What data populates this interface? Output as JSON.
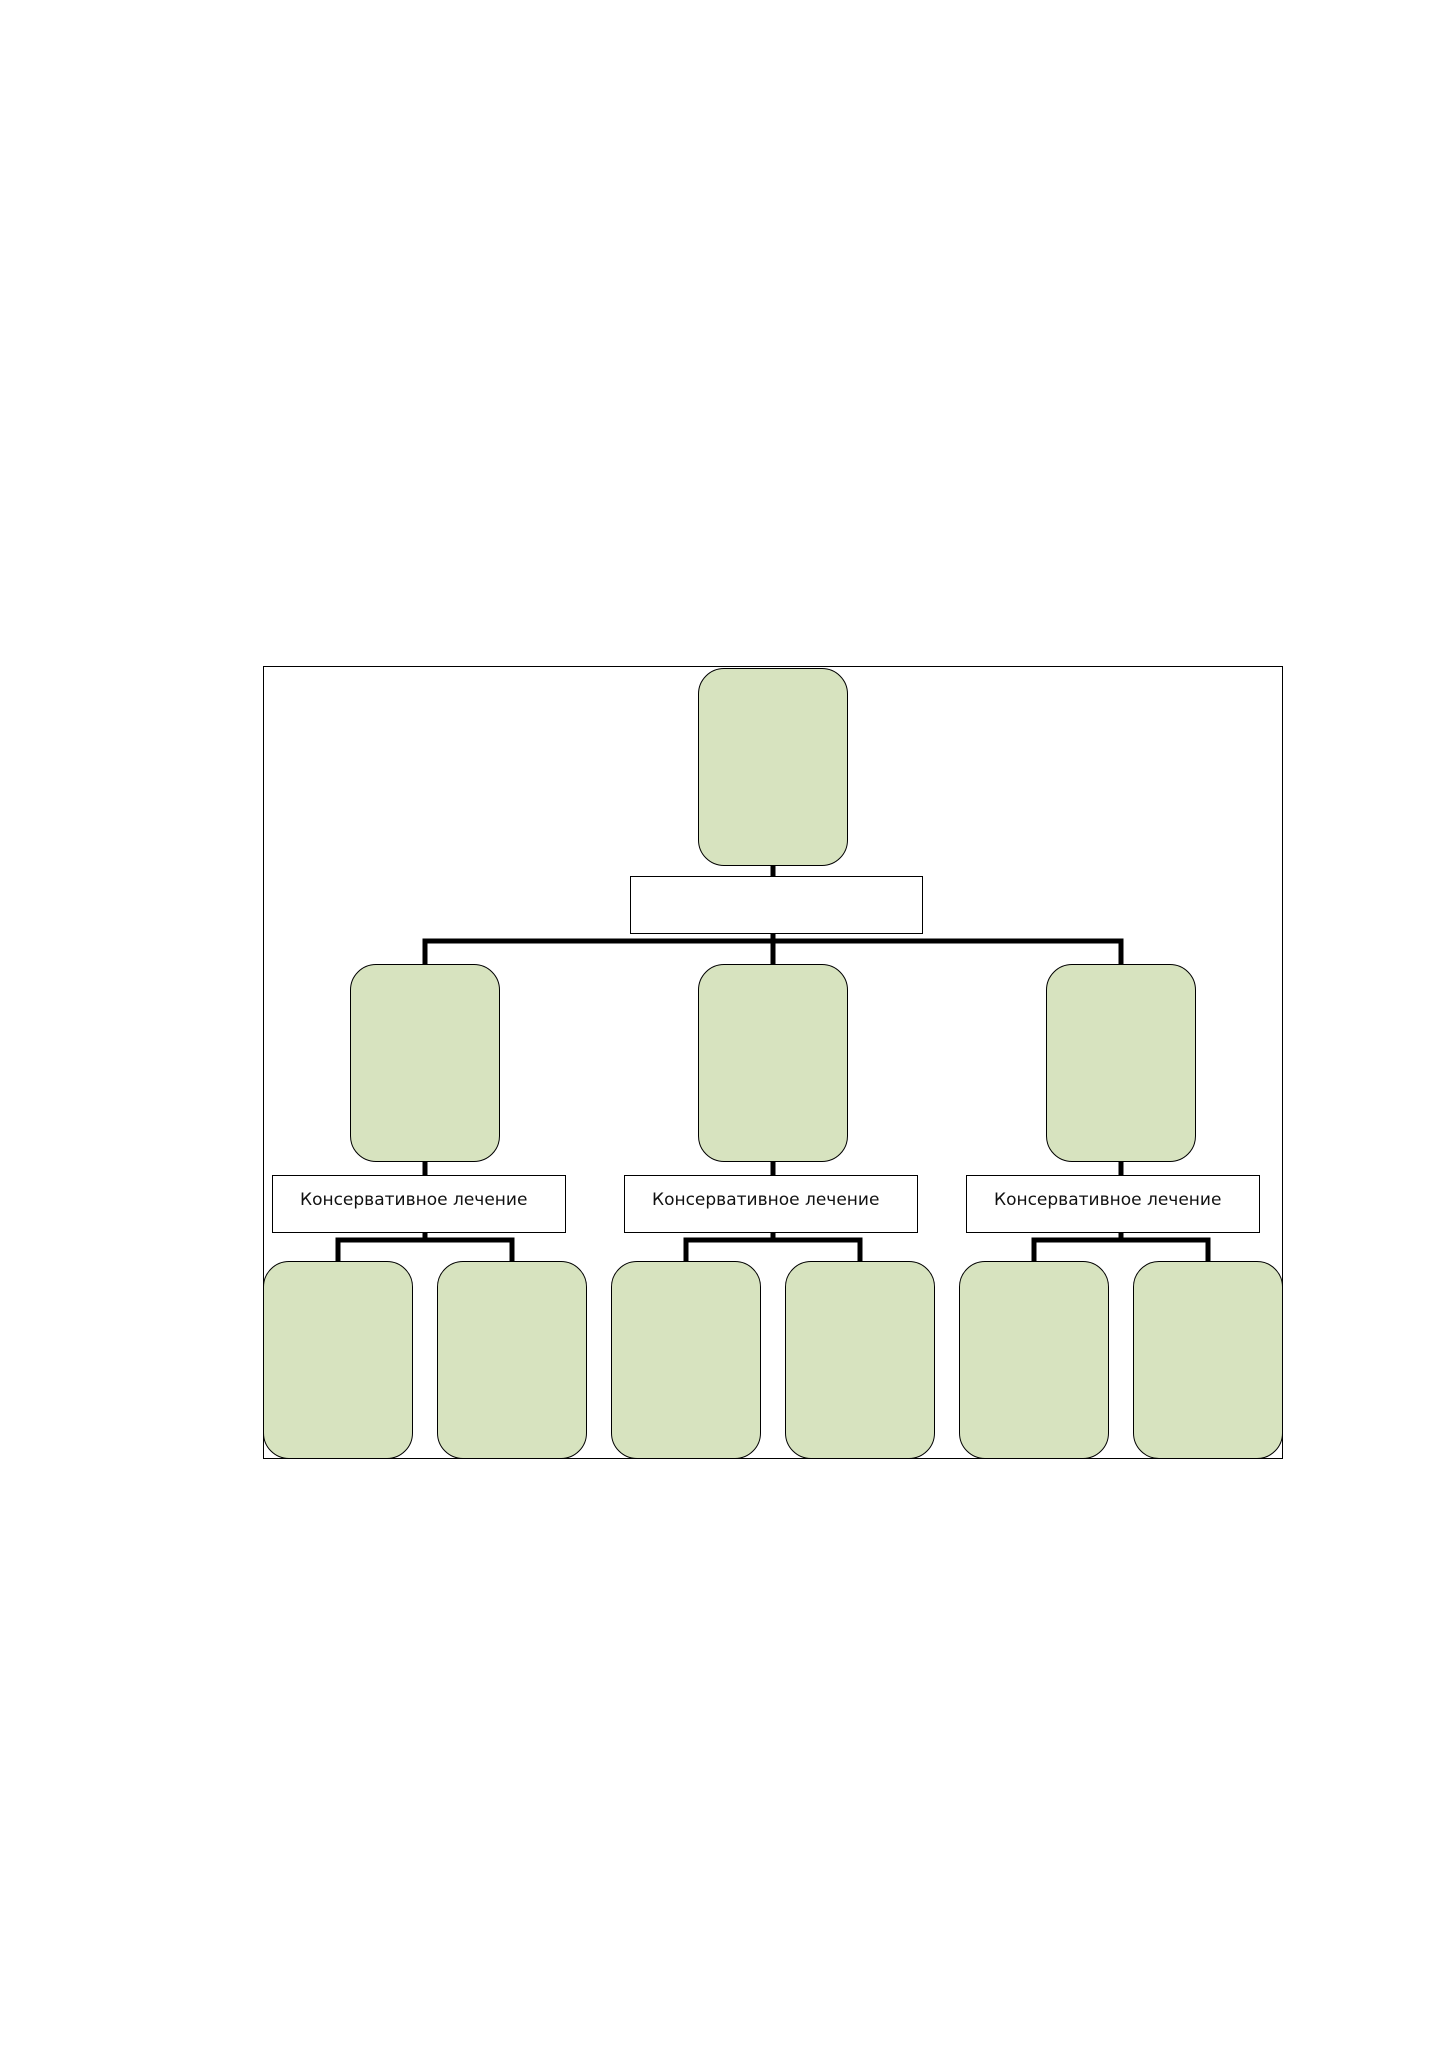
{
  "diagram": {
    "root_label": "",
    "branches": [
      {
        "label": "Консервативное лечение"
      },
      {
        "label": "Консервативное лечение"
      },
      {
        "label": "Консервативное лечение"
      }
    ]
  },
  "colors": {
    "node_fill": "#d7e3bf",
    "stroke": "#000000"
  }
}
